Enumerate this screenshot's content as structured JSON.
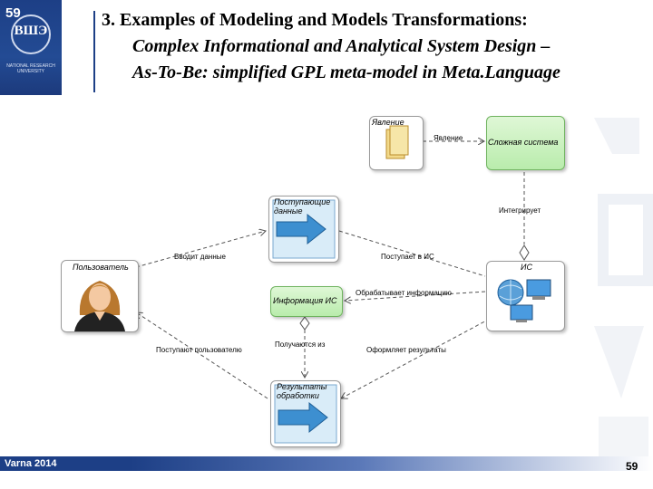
{
  "slide_number_top": "59",
  "logo": {
    "letters": "ВШЭ",
    "caption": "NATIONAL RESEARCH UNIVERSITY"
  },
  "title": {
    "line1": "3.  Examples of Modeling and Models Transformations:",
    "line2": "Complex Informational and Analytical System Design –",
    "line3": "As-To-Be: simplified GPL meta-model in Meta.Language"
  },
  "nodes": {
    "phenomenon": "Явление",
    "complex_system": "Сложная система",
    "incoming_data": "Поступающие данные",
    "user": "Пользователь",
    "information": "Информация ИС",
    "is": "ИС",
    "results": "Результаты обработки"
  },
  "edges": {
    "phenomenon_to_system": "Явление",
    "integrates": "Интегрирует",
    "enters_data": "Вводит данные",
    "enters_is": "Поступает в ИС",
    "processes_info": "Обрабатывает информацию",
    "obtained_from": "Получаются из",
    "delivered_to_user": "Поступают пользователю",
    "forms_results": "Оформляет результаты"
  },
  "footer": {
    "text": "Varna 2014",
    "page_number": "59"
  },
  "colors": {
    "brand_blue": "#1d3f86",
    "green_node": "#b9ecac",
    "arrow_blue": "#3d8fd0"
  }
}
